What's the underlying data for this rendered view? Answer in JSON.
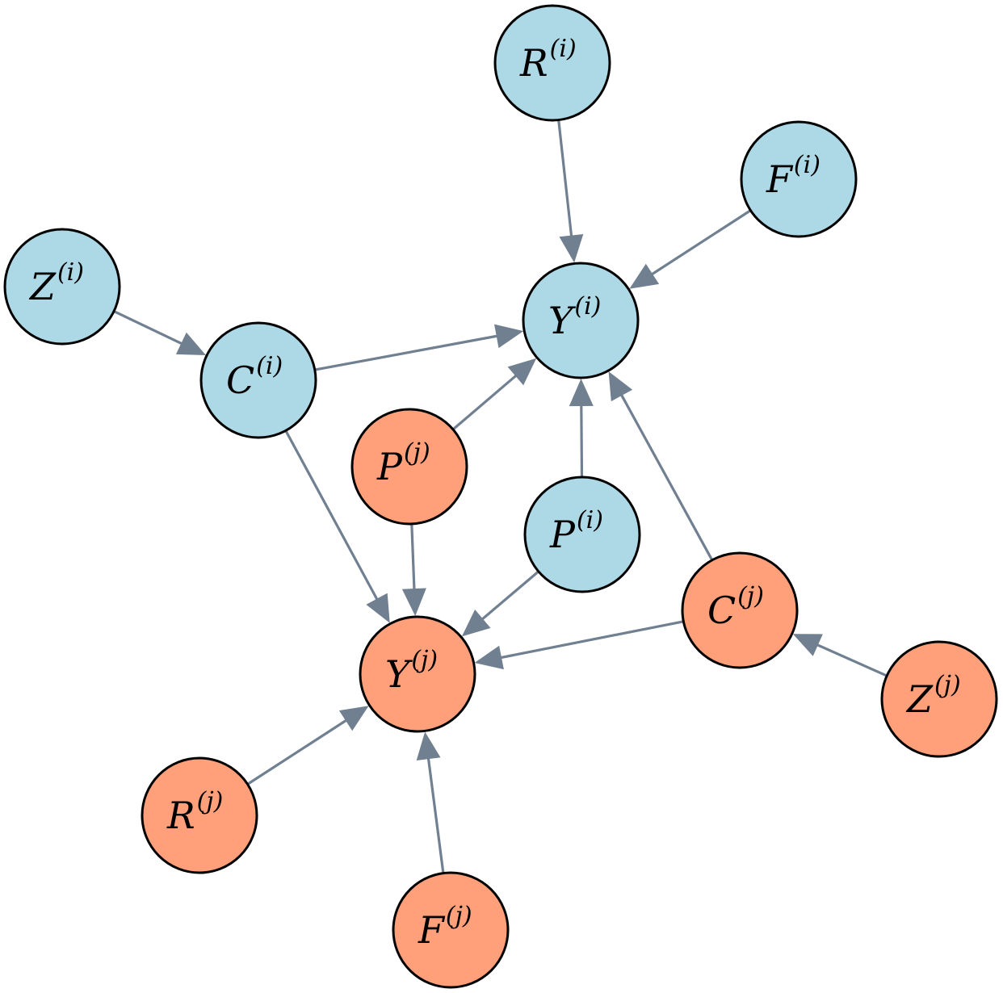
{
  "colors": {
    "group_i": "#add8e6",
    "group_j": "#ffa07a",
    "edge": "#708090",
    "outline": "#000000"
  },
  "nodes": [
    {
      "id": "R_i",
      "base": "R",
      "sup": "(i)",
      "group": "i"
    },
    {
      "id": "F_i",
      "base": "F",
      "sup": "(i)",
      "group": "i"
    },
    {
      "id": "Z_i",
      "base": "Z",
      "sup": "(i)",
      "group": "i"
    },
    {
      "id": "Y_i",
      "base": "Y",
      "sup": "(i)",
      "group": "i"
    },
    {
      "id": "C_i",
      "base": "C",
      "sup": "(i)",
      "group": "i"
    },
    {
      "id": "P_j",
      "base": "P",
      "sup": "(j)",
      "group": "j"
    },
    {
      "id": "P_i",
      "base": "P",
      "sup": "(i)",
      "group": "i"
    },
    {
      "id": "C_j",
      "base": "C",
      "sup": "(j)",
      "group": "j"
    },
    {
      "id": "Y_j",
      "base": "Y",
      "sup": "(j)",
      "group": "j"
    },
    {
      "id": "Z_j",
      "base": "Z",
      "sup": "(j)",
      "group": "j"
    },
    {
      "id": "R_j",
      "base": "R",
      "sup": "(j)",
      "group": "j"
    },
    {
      "id": "F_j",
      "base": "F",
      "sup": "(j)",
      "group": "j"
    }
  ],
  "edges": [
    {
      "from": "R_i",
      "to": "Y_i"
    },
    {
      "from": "F_i",
      "to": "Y_i"
    },
    {
      "from": "Z_i",
      "to": "C_i"
    },
    {
      "from": "C_i",
      "to": "Y_i"
    },
    {
      "from": "P_j",
      "to": "Y_i"
    },
    {
      "from": "P_i",
      "to": "Y_i"
    },
    {
      "from": "C_j",
      "to": "Y_i"
    },
    {
      "from": "C_i",
      "to": "Y_j"
    },
    {
      "from": "P_j",
      "to": "Y_j"
    },
    {
      "from": "P_i",
      "to": "Y_j"
    },
    {
      "from": "C_j",
      "to": "Y_j"
    },
    {
      "from": "Z_j",
      "to": "C_j"
    },
    {
      "from": "R_j",
      "to": "Y_j"
    },
    {
      "from": "F_j",
      "to": "Y_j"
    }
  ]
}
